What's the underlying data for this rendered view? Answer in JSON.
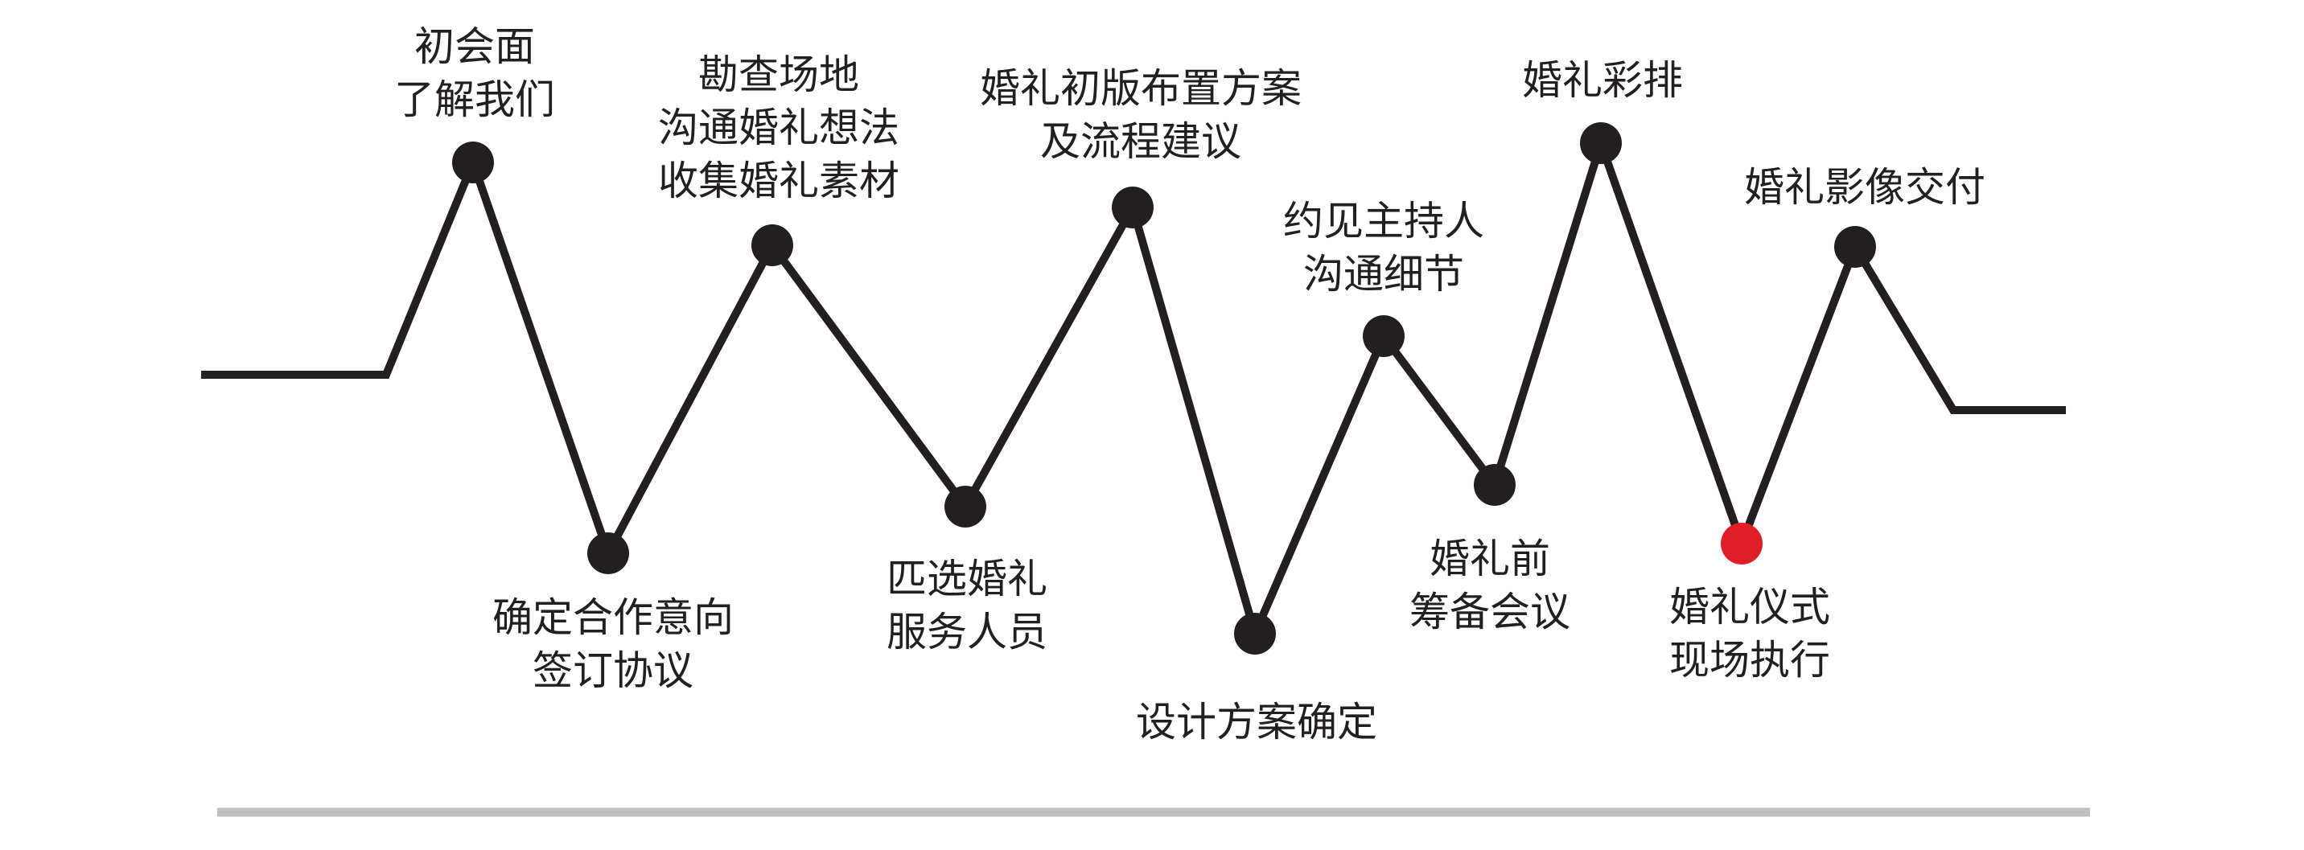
{
  "colors": {
    "line": "#231f20",
    "node": "#231f20",
    "highlight": "#e01e26",
    "baseline": "#bfbfbf",
    "text": "#231f20"
  },
  "steps": [
    {
      "lines": [
        "初会面",
        "了解我们"
      ],
      "position": "top"
    },
    {
      "lines": [
        "确定合作意向",
        "签订协议"
      ],
      "position": "bottom"
    },
    {
      "lines": [
        "勘查场地",
        "沟通婚礼想法",
        "收集婚礼素材"
      ],
      "position": "top"
    },
    {
      "lines": [
        "匹选婚礼",
        "服务人员"
      ],
      "position": "bottom"
    },
    {
      "lines": [
        "婚礼初版布置方案",
        "及流程建议"
      ],
      "position": "top"
    },
    {
      "lines": [
        "设计方案确定"
      ],
      "position": "bottom"
    },
    {
      "lines": [
        "约见主持人",
        "沟通细节"
      ],
      "position": "top"
    },
    {
      "lines": [
        "婚礼前",
        "筹备会议"
      ],
      "position": "bottom"
    },
    {
      "lines": [
        "婚礼彩排"
      ],
      "position": "top"
    },
    {
      "lines": [
        "婚礼仪式",
        "现场执行"
      ],
      "position": "bottom",
      "highlight": true
    },
    {
      "lines": [
        "婚礼影像交付"
      ],
      "position": "top"
    }
  ]
}
